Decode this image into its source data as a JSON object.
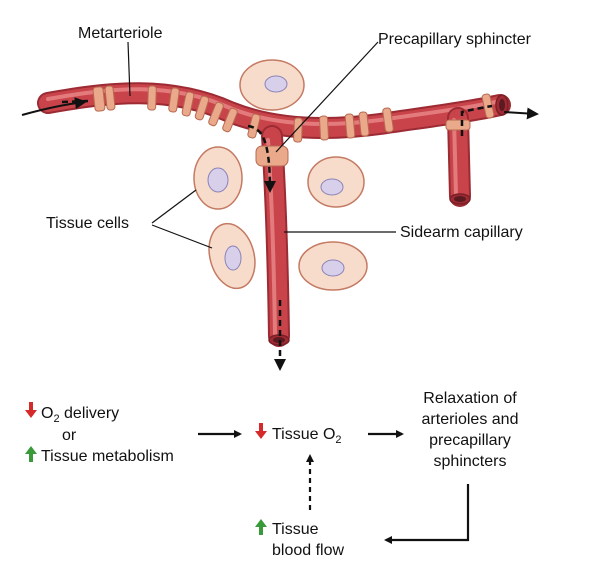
{
  "labels": {
    "metarteriole": "Metarteriole",
    "precapillary_sphincter": "Precapillary sphincter",
    "tissue_cells": "Tissue cells",
    "sidearm_capillary": "Sidearm capillary"
  },
  "flow": {
    "o2_delivery": {
      "prefix": "O",
      "sub": "2",
      "suffix": " delivery"
    },
    "or": "or",
    "tissue_metabolism": "Tissue metabolism",
    "tissue_o2": {
      "prefix": "Tissue O",
      "sub": "2"
    },
    "relaxation": [
      "Relaxation of",
      "arterioles and",
      "precapillary",
      "sphincters"
    ],
    "tissue_blood_flow": [
      "Tissue",
      "blood flow"
    ]
  },
  "colors": {
    "vessel": "#c9434a",
    "vessel_dark": "#9c2b33",
    "vessel_light": "#ea8a8a",
    "sphincter": "#e9a98a",
    "sphincter_dark": "#b86a50",
    "cell_fill": "#f7dccb",
    "cell_stroke": "#c47a63",
    "nucleus_fill": "#d8d0ea",
    "nucleus_stroke": "#8a82b8",
    "arrow_decrease": "#d42a2a",
    "arrow_increase": "#3a9a3a",
    "ink": "#111111"
  },
  "icons": {
    "decrease": "red-down-arrow-icon",
    "increase": "green-up-arrow-icon"
  }
}
